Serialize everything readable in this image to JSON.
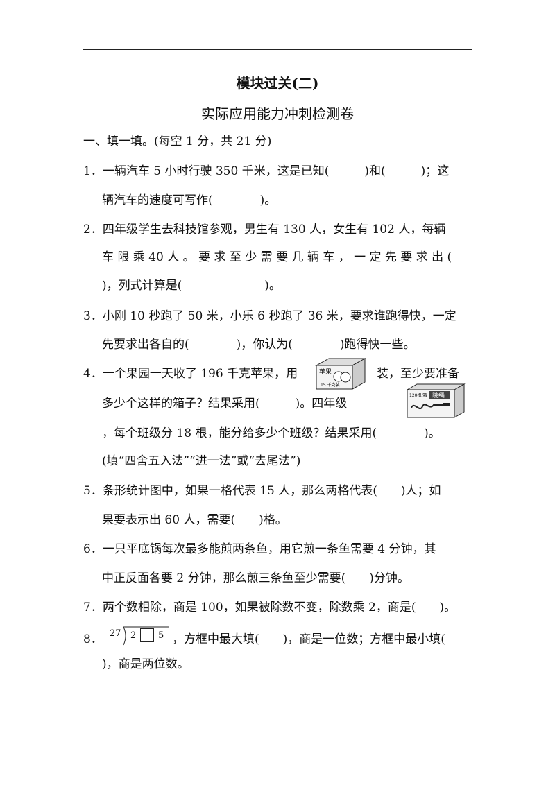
{
  "header": {
    "title": "模块过关(二)",
    "subtitle": "实际应用能力冲刺检测卷"
  },
  "section": {
    "heading": "一、填一填。(每空 1 分，共 21 分)"
  },
  "questions": {
    "q1_a": "1．一辆汽车 5 小时行驶 350 千米，这是已知(　　　)和(　　　)；这",
    "q1_b": "辆汽车的速度可写作(　　　　)。",
    "q2_a": "2．四年级学生去科技馆参观，男生有 130 人，女生有 102 人，每辆",
    "q2_b": "车 限 乘 40 人 。 要 求 至 少 需 要 几 辆 车 ， 一 定 先 要 求 出 (",
    "q2_c": ")，列式计算是(　　　　　　　)。",
    "q3_a": "3．小刚 10 秒跑了 50 米，小乐 6 秒跑了 36 米，要求谁跑得快，一定",
    "q3_b": "先要求出各自的(　　　　)，你认为(　　　　)跑得快一些。",
    "q4_a1": "4．一个果园一天收了 196 千克苹果，用",
    "q4_a2": "装，至少要准备",
    "q4_b1": "多少个这样的箱子？结果采用(　　　)。四年级",
    "q4_c": "，每个班级分 18 根，能分给多少个班级？结果采用(　　　　)。",
    "q4_d": "(填“四舍五入法”“进一法”或“去尾法”)",
    "q5_a": "5．条形统计图中，如果一格代表 15 人，那么两格代表(　　)人；如",
    "q5_b": "果要表示出 60 人，需要(　　)格。",
    "q6_a": "6．一只平底锅每次最多能煎两条鱼，用它煎一条鱼需要 4 分钟，其",
    "q6_b": "中正反面各要 2 分钟，那么煎三条鱼至少需要(　　)分钟。",
    "q7": "7．两个数相除，商是 100，如果被除数不变，除数乘 2，商是(　　)。",
    "q8_num": "8．",
    "q8_divisor": "27",
    "q8_dividend_left": "2",
    "q8_dividend_right": "5",
    "q8_rest": "，方框中最大填(　　)，商是一位数；方框中最小填(",
    "q8_b": ")，商是两位数。"
  },
  "images": {
    "apple_box_label": "苹果",
    "apple_box_weight": "15 千克装",
    "rope_box_count": "120根/箱",
    "rope_box_label": "跳绳"
  }
}
